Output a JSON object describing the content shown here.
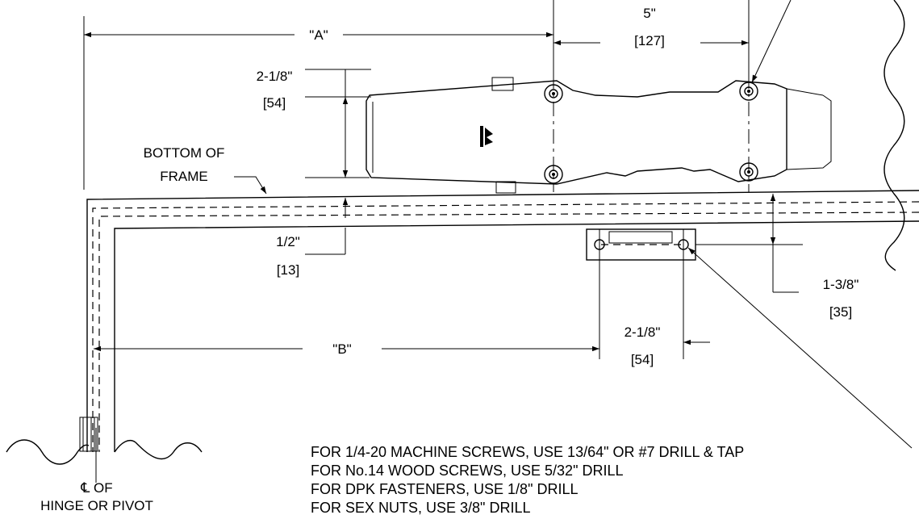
{
  "dimensions": {
    "a": "\"A\"",
    "five_in": "5\"",
    "five_mm": "[127]",
    "closer_h_in": "2-1/8\"",
    "closer_h_mm": "[54]",
    "half_in": "1/2\"",
    "half_mm": "[13]",
    "b": "\"B\"",
    "bracket_in": "2-1/8\"",
    "bracket_mm": "[54]",
    "drop_in": "1-3/8\"",
    "drop_mm": "[35]"
  },
  "labels": {
    "bottom_of_frame_1": "BOTTOM OF",
    "bottom_of_frame_2": "FRAME",
    "hinge_1": "℄ OF",
    "hinge_2": "HINGE OR PIVOT"
  },
  "notes": [
    "FOR 1/4-20 MACHINE SCREWS, USE 13/64\" OR #7 DRILL & TAP",
    "FOR No.14 WOOD SCREWS, USE 5/32\" DRILL",
    "FOR DPK FASTENERS, USE 1/8\" DRILL",
    "FOR SEX NUTS, USE 3/8\" DRILL"
  ]
}
